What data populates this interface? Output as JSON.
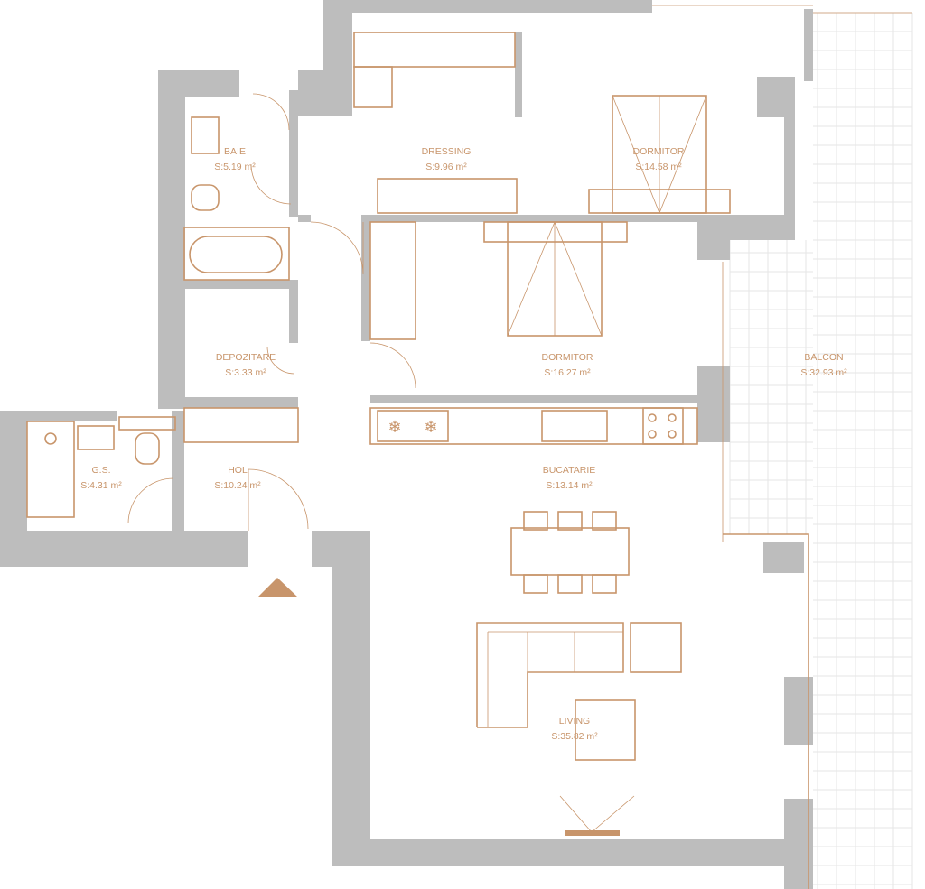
{
  "plan": {
    "rooms": [
      {
        "name": "BAIE",
        "area": "S:5.19 m²"
      },
      {
        "name": "DRESSING",
        "area": "S:9.96 m²"
      },
      {
        "name": "DORMITOR",
        "area": "S:14.58 m²"
      },
      {
        "name": "DORMITOR",
        "area": "S:16.27 m²"
      },
      {
        "name": "BALCON",
        "area": "S:32.93 m²"
      },
      {
        "name": "DEPOZITARE",
        "area": "S:3.33 m²"
      },
      {
        "name": "G.S.",
        "area": "S:4.31 m²"
      },
      {
        "name": "HOL",
        "area": "S:10.24 m²"
      },
      {
        "name": "BUCATARIE",
        "area": "S:13.14 m²"
      },
      {
        "name": "LIVING",
        "area": "S:35.82 m²"
      }
    ],
    "colors": {
      "wall": "#bdbdbd",
      "furniture": "#c8956b"
    },
    "entrance_icon": "triangle-entrance-icon"
  }
}
